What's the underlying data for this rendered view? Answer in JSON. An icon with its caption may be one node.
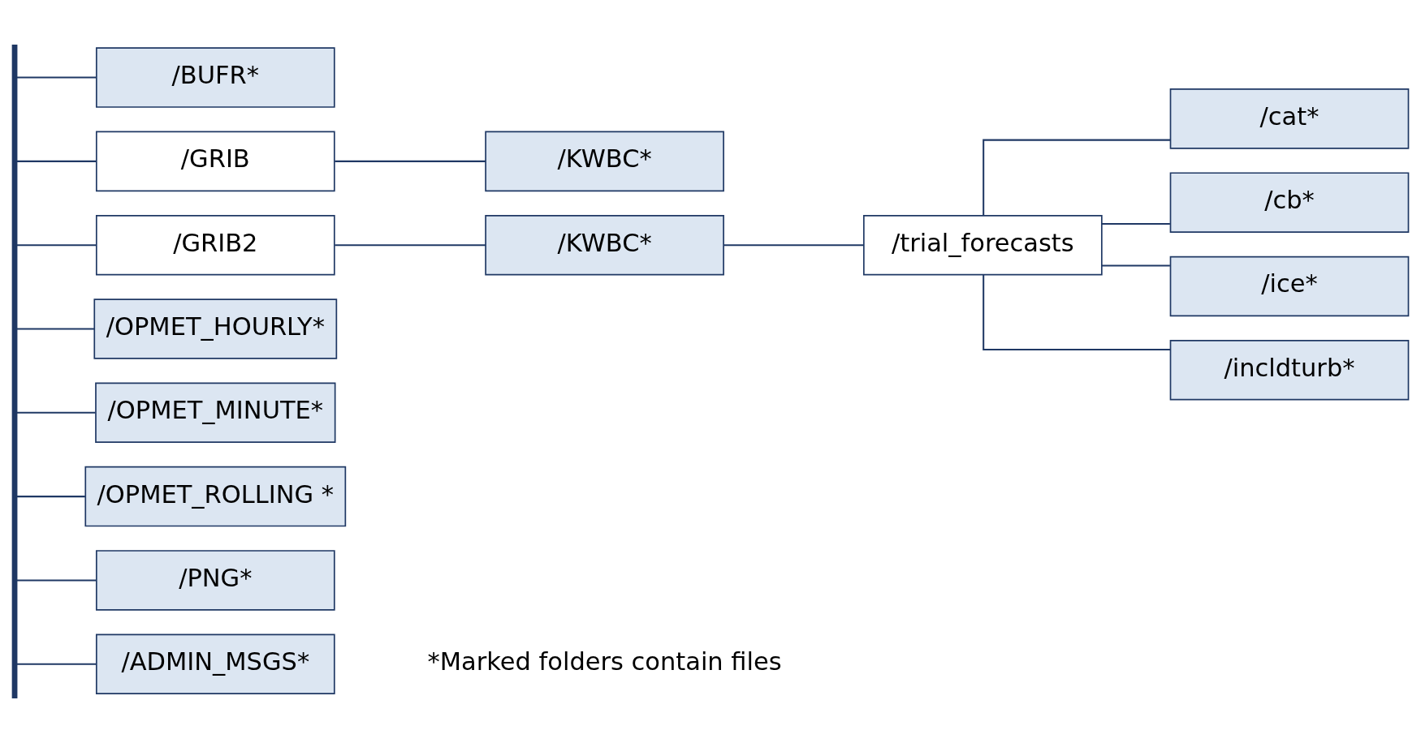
{
  "diagram": {
    "nodes": [
      {
        "text": [],
        "shape": "bar"
      },
      {
        "text": [
          "/BUFR*"
        ]
      },
      {
        "text": [
          "/GRIB"
        ]
      },
      {
        "text": [
          "/KWBC*"
        ]
      },
      {
        "text": [
          "/GRIB2"
        ]
      },
      {
        "text": [
          "/KWBC*"
        ]
      },
      {
        "text": [
          "/trial_forecasts"
        ]
      },
      {
        "text": [
          "/cat*"
        ]
      },
      {
        "text": [
          "/cb*"
        ]
      },
      {
        "text": [
          "/ice*"
        ]
      },
      {
        "text": [
          "/incldturb*"
        ]
      },
      {
        "text": [
          "/OPMET_HOURLY*"
        ]
      },
      {
        "text": [
          "/OPMET_MINUTE*"
        ]
      },
      {
        "text": [
          "/OPMET_ROLLING *"
        ]
      },
      {
        "text": [
          "/PNG*"
        ]
      },
      {
        "text": [
          "/ADMIN_MSGS*"
        ]
      }
    ],
    "edges": [
      {
        "from": 0,
        "to": 1,
        "arrow": "none"
      },
      {
        "from": 0,
        "to": 2,
        "arrow": "none"
      },
      {
        "from": 0,
        "to": 4,
        "arrow": "none"
      },
      {
        "from": 0,
        "to": 11,
        "arrow": "none"
      },
      {
        "from": 0,
        "to": 12,
        "arrow": "none"
      },
      {
        "from": 0,
        "to": 13,
        "arrow": "none"
      },
      {
        "from": 0,
        "to": 14,
        "arrow": "none"
      },
      {
        "from": 0,
        "to": 15,
        "arrow": "none"
      },
      {
        "from": 2,
        "to": 3,
        "arrow": "none"
      },
      {
        "from": 4,
        "to": 5,
        "arrow": "none"
      },
      {
        "from": 5,
        "to": 6,
        "arrow": "none"
      },
      {
        "from": 6,
        "to": 7,
        "arrow": "none"
      },
      {
        "from": 6,
        "to": 8,
        "arrow": "none"
      },
      {
        "from": 6,
        "to": 9,
        "arrow": "none"
      },
      {
        "from": 6,
        "to": 10,
        "arrow": "none"
      }
    ],
    "labels": [
      "*Marked folders contain files"
    ]
  }
}
